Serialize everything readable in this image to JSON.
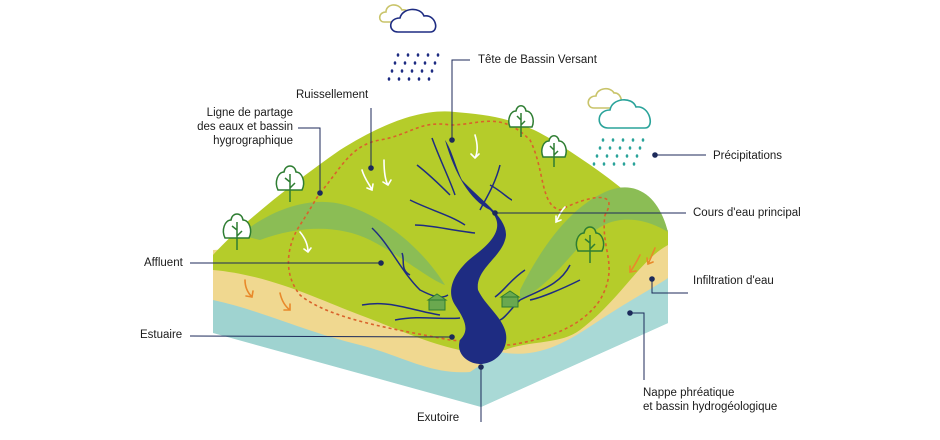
{
  "labels": {
    "tete": "Tête de Bassin Versant",
    "ruissellement": "Ruissellement",
    "ligne_1": "Ligne de partage",
    "ligne_2": "des eaux et bassin",
    "ligne_3": "hygrographique",
    "precipitations": "Précipitations",
    "cours_eau": "Cours d'eau principal",
    "affluent": "Affluent",
    "infiltration": "Infiltration d'eau",
    "estuaire": "Estuaire",
    "nappe_1": "Nappe phréatique",
    "nappe_2": "et bassin hydrogéologique",
    "exutoire": "Exutoire"
  },
  "colors": {
    "grass": "#b5cc2a",
    "grass_dark": "#8bbd55",
    "sand": "#f0d890",
    "water_table": "#9fd3d0",
    "river": "#1e2c82",
    "leader": "#1c2a5a",
    "divide_line": "#d9622b",
    "tree": "#2e7d32",
    "rain_dark": "#1e2c82",
    "rain_teal": "#2aa39a"
  }
}
